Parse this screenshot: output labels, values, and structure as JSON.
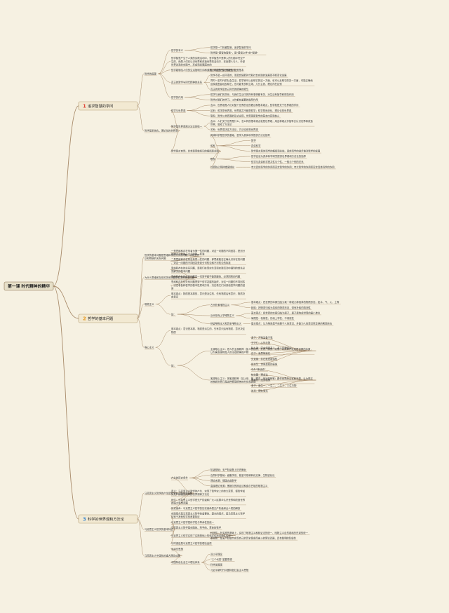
{
  "root": {
    "label": "第一课 时代精神的精华"
  },
  "branches": [
    {
      "id": "b1",
      "badge": "1",
      "label": "追求智慧的学问",
      "badge_color": "#e0463b",
      "children": [
        {
          "label": "哲学的起源",
          "children": [
            {
              "label": "哲学的本义",
              "children": [
                {
                  "label": "哲学是一门热爱智慧、追求智慧的学问"
                },
                {
                  "label": "哲学是“爱智的智慧”，是“爱智之学”的“智慧”"
                }
              ]
            },
            {
              "label": "哲学智慧产生于人类的实践活动中，哲学智慧不是神入的头脑中凭空产生的，而是人们在认识世界和改造世界的活动中，在处理人与人、外部世界关系的实践中，形成和发展起来的"
            },
            {
              "label": "哲学能够给人们的生活指明方向和道路。人生的追问就是哲学",
              "children": [
                {
                  "label": "哲学智慧产生于实践，这是根本"
                }
              ]
            },
            {
              "label": "真正的哲学与时代精神的关系",
              "children": [
                {
                  "label": "哲学不是一成不变的，而是会随着时代和社会实践的发展而不断变化发展"
                },
                {
                  "label": "同时一定时代的社会生活，哲学家可以反映它的这一方面，也可以反映它的另一方面，可能正确地反映或歪曲地反映它，也可能有多种立场、几分主张、理论内在区别"
                },
                {
                  "label": "真正的哲学是自己时代的精神的精华"
                }
              ]
            },
            {
              "label": "哲学的作用",
              "children": [
                {
                  "label": "哲学与我们的关系，与我们生活中的所有事情都有关，对生活有指导和规范作用"
                },
                {
                  "label": "哲学对我们的学习、工作都有重要的指导作用"
                }
              ]
            }
          ]
        },
        {
          "label": "哲学是系统化、理论化的世界观",
          "children": [
            {
              "label": "哲学与世界观",
              "children": [
                {
                  "label": "含义：世界观是人们对整个世界的总的看法和根本观点，哲学就是关于世界观的学问"
                },
                {
                  "label": "区别：哲学是世界观，世界观并不都是哲学；哲学是系统化、理论化的世界观"
                },
                {
                  "label": "联系：哲学以世界观的形式出现，世界观是哲学的基本内容和核心"
                }
              ]
            },
            {
              "label": "哲学是世界观和方法论的统一",
              "children": [
                {
                  "label": "含义：人们关于世界是什么、怎么样的根本观点就是世界观；用这种观点作指导去认识世界和改造世界，就成了方法论"
                },
                {
                  "label": "关系：世界观决定方法论，方法论体现世界观"
                }
              ]
            },
            {
              "label": "哲学是对自然、社会和思维知识的概括和总结",
              "children": [
                {
                  "label": "具体科学是哲学的基础，哲学为具体科学提供方法论指导"
                },
                {
                  "label": "关系",
                  "children": [
                    {
                      "label": "哲学"
                    },
                    {
                      "label": "具体科学"
                    },
                    {
                      "label": "哲学是对具体科学的概括和总结，具体科学的进步推动哲学的发展"
                    }
                  ]
                },
                {
                  "label": "联系",
                  "children": [
                    {
                      "label": "哲学应该为具体科学研究提供世界观和方法论的指导"
                    },
                    {
                      "label": "哲学与具体科学是共性与个性、一般与个别的关系"
                    }
                  ]
                },
                {
                  "label": "注意防止两种错误倾向",
                  "children": [
                    {
                      "label": "夸大具体科学的作用而否定哲学的作用；夸大哲学的作用而否定具体科学的作用"
                    }
                  ]
                }
              ]
            }
          ]
        }
      ]
    },
    {
      "id": "b2",
      "badge": "2",
      "label": "哲学的基本问题",
      "badge_color": "#e89a21",
      "children": [
        {
          "label": "哲学的基本问题是思维和存在的关系问题，也就是意识和物质的关系问题",
          "children": [
            {
              "label": "一是思维和存在何者为第一性的问题，对这一问题的不同回答，是划分唯物主义和唯心主义的唯一标准"
            },
            {
              "label": "二是思维和存在有没有同一性的问题，即思维能否正确认识存在的问题，对这一问题的不同回答是划分可知论和不可知论的标准"
            }
          ]
        },
        {
          "label": "为什么思维和存在的关系问题是哲学的基本问题",
          "children": [
            {
              "label": "思维和存在的关系问题，是我们在现实生活和实践活动中遇到的首先必须解决的基本问题"
            },
            {
              "label": "思维和存在的关系问题是一切哲学都不能回避的、必须回答的问题"
            },
            {
              "label": "思维和存在的关系问题贯穿于哲学发展的始终，对这一问题的不同回答，决定着各种哲学的基本性质和方向，决定着它们对其他哲学问题的回答"
            }
          ]
        },
        {
          "label": "唯物主义",
          "children": [
            {
              "label": "基本观点：物质是本原的，意识是派生的，先有物质后有意识，物质决定意识"
            },
            {
              "label": "如：",
              "children": [
                {
                  "label": "古代朴素唯物主义",
                  "children": [
                    {
                      "label": "基本观点：把世界的本原归结为某一种或几种具体的物质形态，如水、气、火、土等"
                    },
                    {
                      "label": "缺陷：把物质归结为具体的物质形态，带有朴素的猜测性"
                    }
                  ]
                },
                {
                  "label": "近代形而上学唯物主义",
                  "children": [
                    {
                      "label": "基本观点：把世界的本原归结为原子，原子是构成世界的最小单位"
                    },
                    {
                      "label": "局限性：机械性、形而上学性、不彻底性"
                    }
                  ]
                },
                {
                  "label": "辩证唯物主义和历史唯物主义",
                  "children": [
                    {
                      "label": "基本观点：认为物质是不依赖于人的意识，并能为人的意识所反映的客观实在"
                    }
                  ]
                }
              ]
            }
          ]
        },
        {
          "label": "唯心主义",
          "children": [
            {
              "label": "基本观点：意识是本原，物质是派生的，先有意识后有物质，意识决定物质"
            },
            {
              "label": "如：",
              "children": [
                {
                  "label": "主观唯心主义：把人的主观精神（如人的目的、意志、感觉、经验、心灵等）说成是世界的本原，认为客观事物是人的主观精神的产物",
                  "children": [
                    {
                      "label": "孟子：万物皆备于我"
                    },
                    {
                      "label": "王守仁：心外无物"
                    },
                    {
                      "label": "陆九渊：宇宙便是吾心，吾心即是宇宙"
                    },
                    {
                      "label": "庄子：我思故我在"
                    },
                    {
                      "label": "贝克莱：存在就是被感知"
                    },
                    {
                      "label": "叔本华：世界是我的表象"
                    }
                  ]
                },
                {
                  "label": "客观唯心主义：把客观精神（如上帝、神、理念、绝对精神等）看作世界的主宰和本原，认为现实的物质世界只是这种客观精神的外化和表现",
                  "children": [
                    {
                      "label": "中外“神创说”"
                    },
                    {
                      "label": "柏拉图：理念论"
                    },
                    {
                      "label": "黑格尔：绝对精神"
                    },
                    {
                      "label": "老子：道生一，一生二，二生三，三生万物"
                    },
                    {
                      "label": "朱熹：理在事先"
                    }
                  ]
                }
              ]
            }
          ]
        }
      ]
    },
    {
      "id": "b3",
      "badge": "3",
      "label": "科学的世界观和方法论",
      "badge_color": "#4a8fcf",
      "children": [
        {
          "label": "马克思主义哲学的产生是哲学史上的伟大变革",
          "children": [
            {
              "label": "产生的历史条件",
              "children": [
                {
                  "label": "阶级基础：无产阶级登上历史舞台"
                },
                {
                  "label": "自然科学基础：细胞学说、能量守恒和转化定律、生物进化论"
                },
                {
                  "label": "理论来源：德国古典哲学"
                },
                {
                  "label": "直接理论来源：黑格尔的辩证法和费尔巴哈的唯物主义"
                }
              ]
            },
            {
              "label": "意义：马克思主义哲学的产生，实现了哲学史上的伟大变革，使哲学成为无产阶级的科学的世界观和方法论"
            },
            {
              "label": "地位：马克思主义哲学是无产阶级和广大人民群众认识世界和改造世界的强大思想武器"
            },
            {
              "label": "历史使命：马克思主义哲学的历史使命是无产阶级和全人类的解放"
            }
          ]
        },
        {
          "label": "马克思主义哲学的基本特征",
          "children": [
            {
              "label": "实践观点是马克思主义哲学的首要的、基本的观点，是马克思主义哲学区别于其他哲学的首要特征"
            },
            {
              "label": "马克思主义哲学是科学性与革命性的统一"
            },
            {
              "label": "马克思主义哲学是实践的、科学的、革命的哲学"
            },
            {
              "label": "马克思主义哲学实现了实践基础上的科学性和革命性的统一",
              "children": [
                {
                  "label": "科学性：在实践的基础上，实现了唯物主义和辩证法的统一、唯物主义自然观和历史观的统一"
                },
                {
                  "label": "革命性：是无产阶级为实现自己的历史使命而奋斗的理论武器，具有鲜明的阶级性"
                }
              ]
            },
            {
              "label": "与时俱进是马克思主义哲学的理论品质"
            }
          ]
        },
        {
          "label": "马克思主义中国化的重大理论成果",
          "children": [
            {
              "label": "毛泽东思想"
            },
            {
              "label": "中国特色社会主义理论体系",
              "children": [
                {
                  "label": "邓小平理论"
                },
                {
                  "label": "“三个代表”重要思想"
                },
                {
                  "label": "科学发展观"
                },
                {
                  "label": "习近平新时代中国特色社会主义思想"
                }
              ]
            }
          ]
        }
      ]
    }
  ],
  "colors": {
    "background": "#f6f1e2",
    "root_fill": "#e6dfc8",
    "branch_fill": "#f2e9d2",
    "line": "#a88b6a",
    "text": "#333333"
  }
}
